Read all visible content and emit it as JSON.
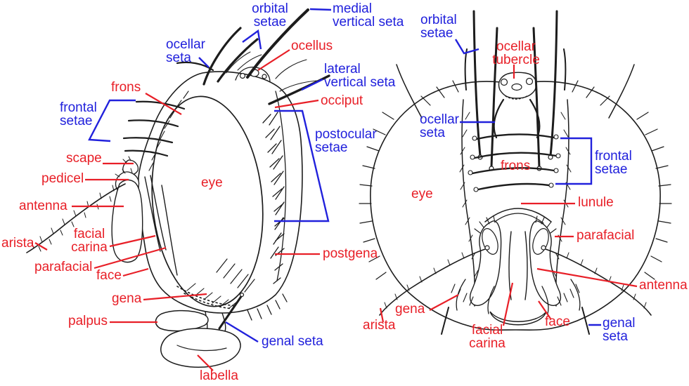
{
  "colors": {
    "red_label": "#e81f27",
    "blue_label": "#2121dc",
    "line_art": "#1c1c1c",
    "background": "#ffffff"
  },
  "lateral_view": {
    "labels": {
      "orbital_setae": "orbital\nsetae",
      "medial_vertical_seta": "medial\nvertical seta",
      "ocellar_seta": "ocellar\nseta",
      "ocellus": "ocellus",
      "lateral_vertical_seta": "lateral\nvertical seta",
      "frons": "frons",
      "occiput": "occiput",
      "frontal_setae": "frontal\nsetae",
      "postocular_setae": "postocular\nsetae",
      "scape": "scape",
      "pedicel": "pedicel",
      "antenna": "antenna",
      "eye": "eye",
      "arista": "arista",
      "facial_carina": "facial\ncarina",
      "parafacial": "parafacial",
      "face": "face",
      "postgena": "postgena",
      "gena": "gena",
      "palpus": "palpus",
      "genal_seta": "genal seta",
      "labella": "labella"
    }
  },
  "frontal_view": {
    "labels": {
      "orbital_setae": "orbital\nsetae",
      "ocellar_tubercle": "ocellar\ntubercle",
      "ocellar_seta": "ocellar\nseta",
      "frons": "frons",
      "frontal_setae": "frontal\nsetae",
      "eye": "eye",
      "lunule": "lunule",
      "parafacial": "parafacial",
      "antenna": "antenna",
      "gena": "gena",
      "arista": "arista",
      "facial_carina": "facial\ncarina",
      "face": "face",
      "genal_seta": "genal\nseta"
    }
  }
}
